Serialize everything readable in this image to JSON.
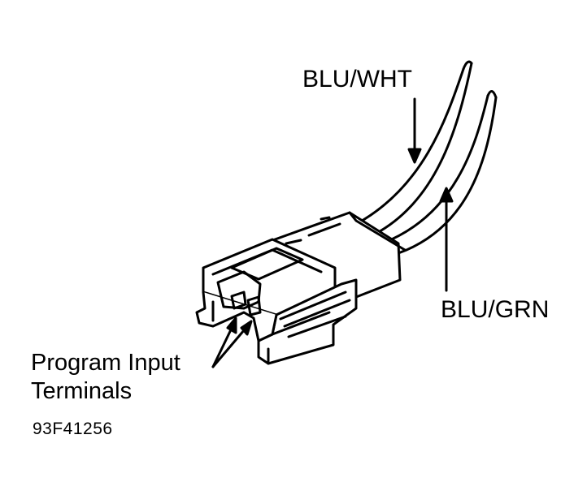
{
  "labels": {
    "wire_top": "BLU/WHT",
    "wire_bottom": "BLU/GRN",
    "terminals_line1": "Program Input",
    "terminals_line2": "Terminals",
    "figure_id": "93F41256"
  }
}
